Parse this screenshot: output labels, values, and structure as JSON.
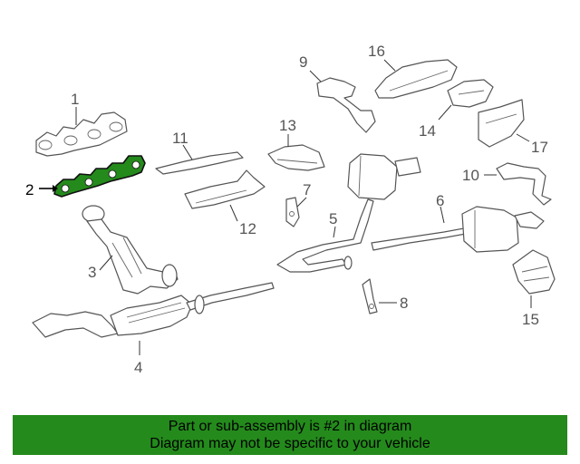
{
  "diagram": {
    "highlight_color": "#248a1c",
    "highlighted_part": "2",
    "callouts": {
      "c1": "1",
      "c2": "2",
      "c3": "3",
      "c4": "4",
      "c5": "5",
      "c6": "6",
      "c7": "7",
      "c8": "8",
      "c9": "9",
      "c10": "10",
      "c11": "11",
      "c12": "12",
      "c13": "13",
      "c14": "14",
      "c15": "15",
      "c16": "16",
      "c17": "17"
    }
  },
  "footer": {
    "line1": "Part or sub-assembly is #2 in diagram",
    "line2": "Diagram may not be specific to your vehicle",
    "background": "#248a1c"
  }
}
